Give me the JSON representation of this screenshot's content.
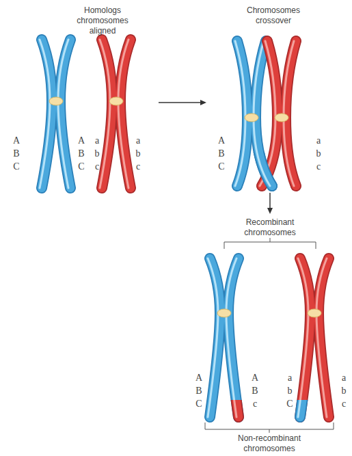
{
  "diagram": {
    "labels": [
      "Homologs chromosomes aligned",
      "Chromosomes crossover",
      "A",
      "B",
      "C",
      "A",
      "B",
      "C",
      "a",
      "b",
      "c",
      "a",
      "b",
      "c",
      "A",
      "B",
      "C",
      "a",
      "b",
      "c",
      "Recombinant chromosomes",
      "A",
      "B",
      "C",
      "A",
      "B",
      "c",
      "a",
      "b",
      "C",
      "a",
      "b",
      "c",
      "Non-recombinant chromosomes"
    ]
  }
}
